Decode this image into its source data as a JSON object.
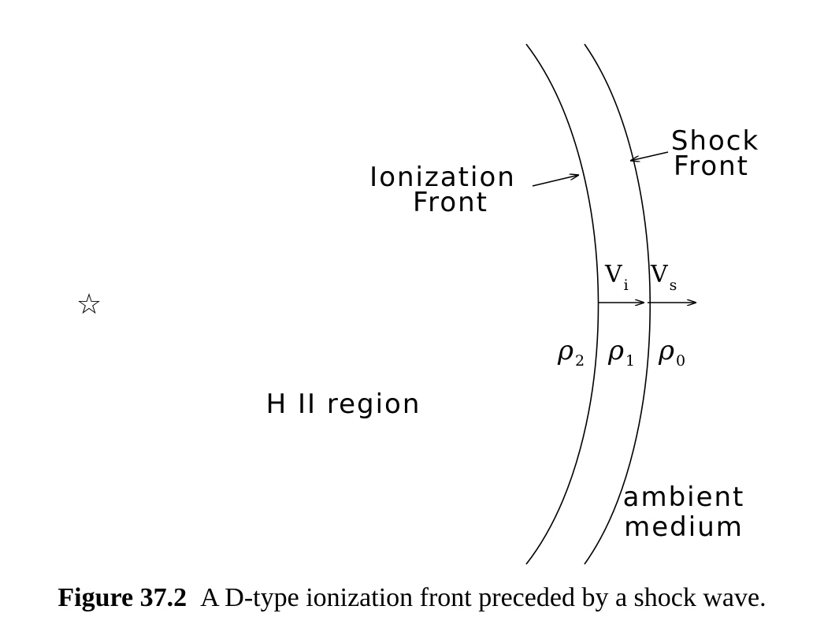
{
  "labels": {
    "ionization_front_line1": "Ionization",
    "ionization_front_line2": "Front",
    "shock_front_line1": "Shock",
    "shock_front_line2": "Front",
    "v_i_main": "V",
    "v_i_sub": "i",
    "v_s_main": "V",
    "v_s_sub": "s",
    "rho_2_main": "ρ",
    "rho_2_sub": "2",
    "rho_1_main": "ρ",
    "rho_1_sub": "1",
    "rho_0_main": "ρ",
    "rho_0_sub": "0",
    "hii_region": "H II region",
    "ambient_line1": "ambient",
    "ambient_line2": "medium",
    "star_glyph": "☆"
  },
  "caption": {
    "number": "Figure 37.2",
    "text": "A D-type ionization front preceded by a shock wave."
  }
}
